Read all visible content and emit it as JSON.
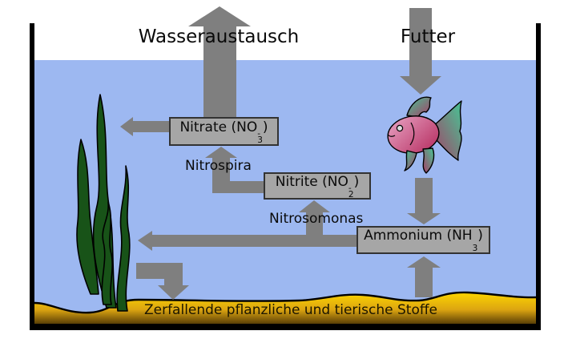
{
  "diagram": {
    "surface_labels": {
      "wasseraustausch": "Wasseraustausch",
      "futter": "Futter"
    },
    "bacteria_labels": {
      "nitrospira": "Nitrospira",
      "nitrosomonas": "Nitrosomonas"
    },
    "boxes": {
      "nitrate": {
        "pre": "Nitrate (NO",
        "sub": "3",
        "sup": "-",
        "post": ")"
      },
      "nitrite": {
        "pre": "Nitrite (NO",
        "sub": "2",
        "sup": "-",
        "post": ")"
      },
      "ammonium": {
        "pre": "Ammonium (NH",
        "sub": "3",
        "sup": "",
        "post": ")"
      }
    },
    "substrate_label": "Zerfallende pflanzliche und tierische Stoffe",
    "arrow_names": [
      "wasseraustausch-up-arrow",
      "futter-down-arrow",
      "nitrate-to-plant-arrow",
      "nitrite-to-nitrate-nitrospira-arrow",
      "ammonium-to-nitrite-and-plant-nitrosomonas-arrow",
      "fish-to-ammonium-arrow",
      "substrate-to-ammonium-arrow",
      "plant-debris-to-substrate-arrow"
    ],
    "colors": {
      "water": "#9db8f1",
      "arrow": "#7f7f7f",
      "box_fill": "#a6a6a6",
      "box_border": "#333333",
      "substrate_gold": "#fdd500",
      "substrate_dark": "#5a3f06",
      "plant_green": "#185318",
      "fish_body": "#b52b5e",
      "fish_fin": "#45c695",
      "frame": "#000000"
    }
  }
}
